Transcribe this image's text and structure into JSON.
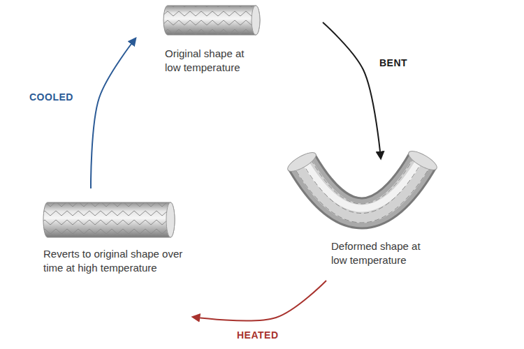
{
  "diagram": {
    "nodes": [
      {
        "text": [
          "Original shape at low temperature"
        ]
      },
      {
        "text": [
          "Deformed shape at low temperature"
        ]
      },
      {
        "text": [
          "Reverts to original shape over time at high temperature"
        ]
      }
    ],
    "edges": [
      {
        "from": 0,
        "to": 1,
        "arrow": "to",
        "label": "BENT"
      },
      {
        "from": 1,
        "to": 2,
        "arrow": "to",
        "label": "HEATED"
      },
      {
        "from": 2,
        "to": 0,
        "arrow": "to",
        "label": "COOLED"
      }
    ]
  }
}
